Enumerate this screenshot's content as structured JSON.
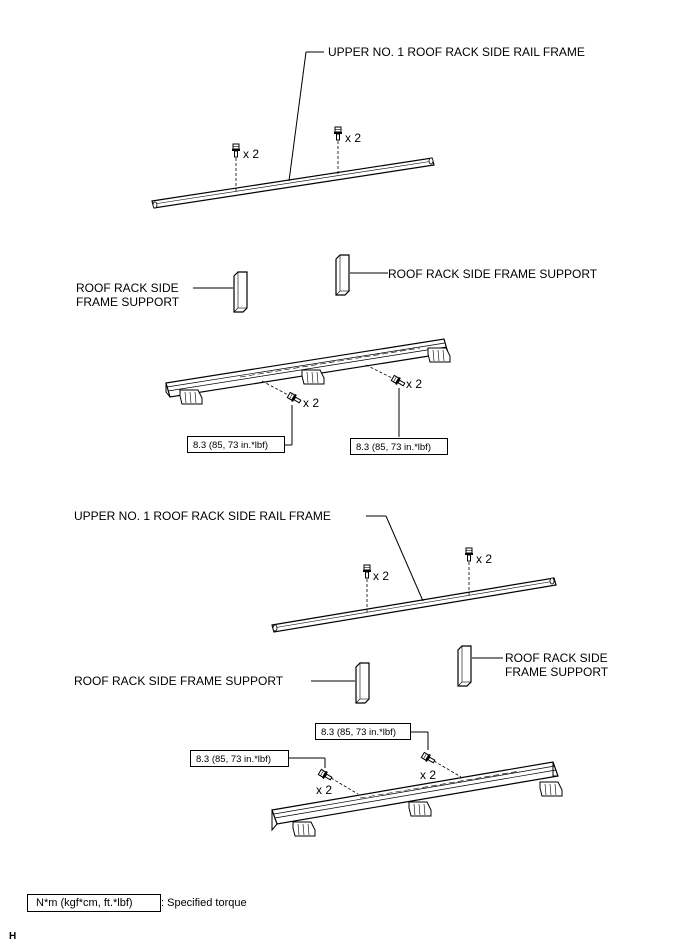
{
  "top_view": {
    "rail_label": "UPPER NO. 1 ROOF RACK SIDE RAIL FRAME",
    "support_left_label": "ROOF RACK SIDE\nFRAME SUPPORT",
    "support_right_label": "ROOF RACK SIDE FRAME SUPPORT",
    "bolt_qty_1": "x 2",
    "bolt_qty_2": "x 2",
    "bolt_qty_3": "x 2",
    "bolt_qty_4": "x 2",
    "torque_1": "8.3 (85, 73 in.*lbf)",
    "torque_2": "8.3 (85, 73 in.*lbf)"
  },
  "bottom_view": {
    "rail_label": "UPPER NO. 1 ROOF RACK SIDE RAIL FRAME",
    "support_left_label": "ROOF RACK SIDE FRAME SUPPORT",
    "support_right_label": "ROOF RACK SIDE\nFRAME SUPPORT",
    "bolt_qty_1": "x 2",
    "bolt_qty_2": "x 2",
    "bolt_qty_3": "x 2",
    "bolt_qty_4": "x 2",
    "torque_1": "8.3 (85, 73 in.*lbf)",
    "torque_2": "8.3 (85, 73 in.*lbf)"
  },
  "legend": {
    "unit_box": "N*m (kgf*cm, ft.*lbf)",
    "description": ": Specified torque"
  },
  "figure_code": "H"
}
